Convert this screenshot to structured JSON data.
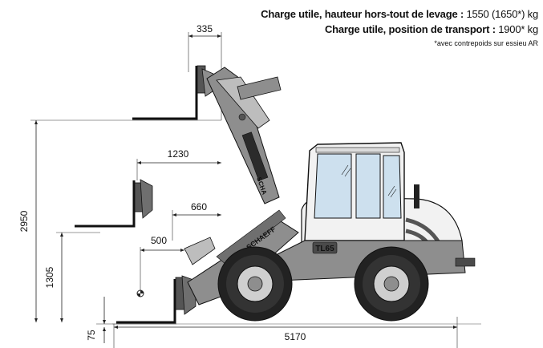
{
  "header": {
    "line1_label": "Charge utile, hauteur hors-tout de levage :",
    "line1_value": "1550 (1650*)",
    "line1_unit": "kg",
    "line2_label": "Charge utile, position de transport :",
    "line2_value": "1900*",
    "line2_unit": "kg",
    "footnote": "*avec contrepoids sur essieu AR"
  },
  "dimensions": {
    "top_offset": "335",
    "mid_reach": "1230",
    "low_reach": "660",
    "load_center": "500",
    "max_height": "2950",
    "mid_height": "1305",
    "ground_clearance": "75",
    "overall_length": "5170"
  },
  "machine": {
    "model_badge": "TL65",
    "brand_arm": "SCHAEFF",
    "brand_arm_upper": "SCHA"
  },
  "colors": {
    "body_white": "#f2f2f2",
    "chassis_gray": "#8e8e8e",
    "dark_gray": "#4a4a4a",
    "glass": "#cde0ee",
    "brand_red": "#c0262d"
  }
}
